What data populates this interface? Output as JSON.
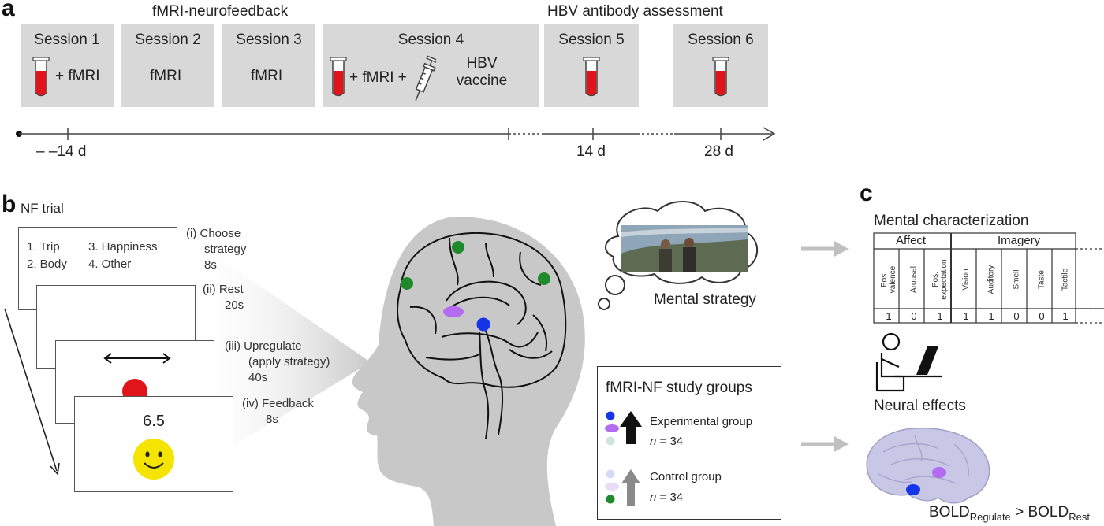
{
  "panel_a": {
    "letter": "a",
    "header_left": "fMRI-neurofeedback",
    "header_right": "HBV antibody assessment",
    "sessions": [
      {
        "title": "Session 1",
        "content": "+ fMRI"
      },
      {
        "title": "Session 2",
        "content": "fMRI"
      },
      {
        "title": "Session 3",
        "content": "fMRI"
      },
      {
        "title": "Session 4",
        "content_mid": "+ fMRI +",
        "vaccine_line1": "HBV",
        "vaccine_line2": "vaccine"
      },
      {
        "title": "Session 5",
        "content": ""
      },
      {
        "title": "Session 6",
        "content": ""
      }
    ],
    "timeline_ticks": [
      "– –14 d",
      "14 d",
      "28 d"
    ]
  },
  "panel_b": {
    "letter": "b",
    "label": "NF trial",
    "options": [
      "1. Trip",
      "3. Happiness",
      "2. Body",
      "4. Other"
    ],
    "steps": [
      {
        "l1": "(i) Choose",
        "l2": "strategy",
        "l3": "8s"
      },
      {
        "l1": "(ii) Rest",
        "l2": "20s"
      },
      {
        "l1": "(iii) Upregulate",
        "l2": "(apply strategy)",
        "l3": "40s"
      },
      {
        "l1": "(iv) Feedback",
        "l2": "8s"
      }
    ],
    "feedback_value": "6.5",
    "mental_strategy": "Mental strategy",
    "study_groups": {
      "title": "fMRI-NF study groups",
      "experimental": {
        "name": "Experimental group",
        "n_label": "n",
        "n_value": "= 34"
      },
      "control": {
        "name": "Control group",
        "n_label": "n",
        "n_value": "= 34"
      }
    }
  },
  "panel_c": {
    "letter": "c",
    "mental_title": "Mental characterization",
    "affect": "Affect",
    "imagery": "Imagery",
    "affect_columns": [
      {
        "line1": "Pos.",
        "line2": "valence"
      },
      {
        "line1": "Arousal",
        "line2": ""
      },
      {
        "line1": "Pos.",
        "line2": "expectation"
      }
    ],
    "imagery_columns": [
      "Vision",
      "Auditory",
      "Smell",
      "Taste",
      "Tactile"
    ],
    "values": [
      "1",
      "0",
      "1",
      "1",
      "1",
      "0",
      "0",
      "1"
    ],
    "neural_title": "Neural effects",
    "bold_label": "BOLD",
    "bold_sub1": "Regulate",
    "bold_gt": " > BOLD",
    "bold_sub2": "Rest"
  },
  "colors": {
    "session_bg": "#d8d8d8",
    "blood_red": "#e0151c",
    "green_roi": "#1f8a2b",
    "blue_roi": "#1535e8",
    "purple_roi": "#b36bf0",
    "smiley_yellow": "#f5e400",
    "head_gray": "#c8c8c8",
    "arrow_gray": "#c0c0c0"
  }
}
